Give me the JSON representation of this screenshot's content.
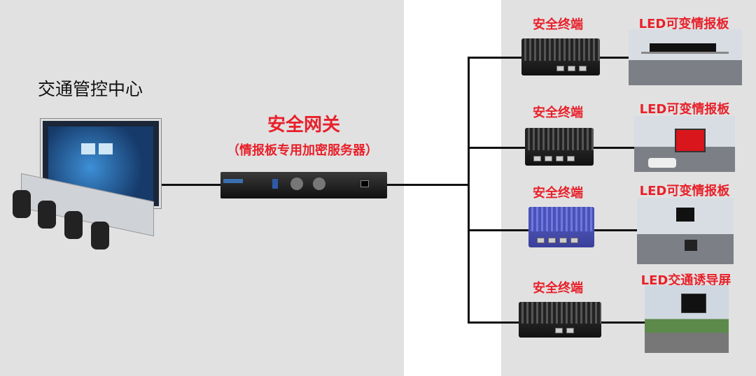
{
  "control_center": {
    "title": "交通管控中心"
  },
  "gateway": {
    "title": "安全网关",
    "subtitle": "（情报板专用加密服务器）"
  },
  "terminals": [
    {
      "label": "安全终端",
      "display_label": "LED可变情报板"
    },
    {
      "label": "安全终端",
      "display_label": "LED可变情报板"
    },
    {
      "label": "安全终端",
      "display_label": "LED可变情报板"
    },
    {
      "label": "安全终端",
      "display_label": "LED交通诱导屏"
    }
  ],
  "colors": {
    "label_red": "#e8202a",
    "panel_gray": "#e1e1e1",
    "line": "#111111"
  }
}
